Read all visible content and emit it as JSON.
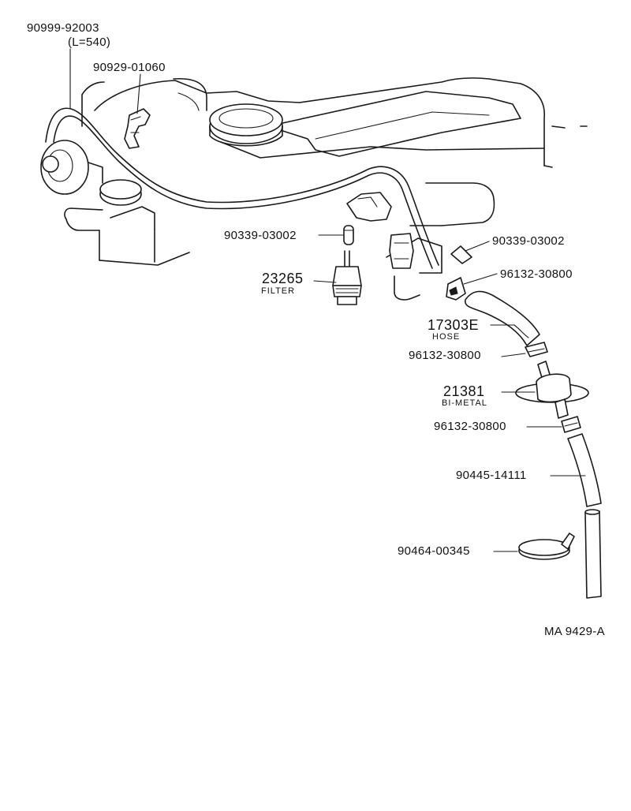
{
  "callouts": {
    "p_90999": {
      "part": "90999-92003",
      "note": "(L=540)"
    },
    "p_90929": {
      "part": "90929-01060"
    },
    "p_90339_a": {
      "part": "90339-03002"
    },
    "p_90339_b": {
      "part": "90339-03002"
    },
    "p_23265": {
      "part": "23265",
      "name": "FILTER"
    },
    "p_96132_a": {
      "part": "96132-30800"
    },
    "p_17303": {
      "part": "17303E",
      "name": "HOSE"
    },
    "p_96132_b": {
      "part": "96132-30800"
    },
    "p_21381": {
      "part": "21381",
      "name": "BI-METAL"
    },
    "p_96132_c": {
      "part": "96132-30800"
    },
    "p_90445": {
      "part": "90445-14111"
    },
    "p_90464": {
      "part": "90464-00345"
    }
  },
  "figure_code": "MA 9429-A"
}
